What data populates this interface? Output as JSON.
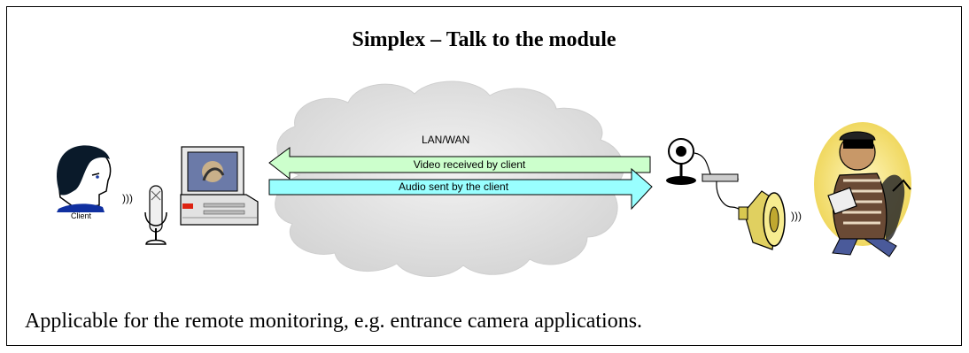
{
  "title": "Simplex – Talk to the module",
  "network_label": "LAN/WAN",
  "arrow_video_label": "Video received by client",
  "arrow_audio_label": "Audio sent by the  client",
  "client_label": "Client",
  "sound_wave_glyph_left": ")))",
  "sound_wave_glyph_right": ")))",
  "footer_text": "Applicable for the remote monitoring, e.g. entrance camera applications.",
  "colors": {
    "video_arrow_fill": "#ccffcc",
    "audio_arrow_fill": "#99ffff",
    "cloud_fill": "#e6e6e6",
    "intruder_backdrop": "#f4e98a"
  }
}
